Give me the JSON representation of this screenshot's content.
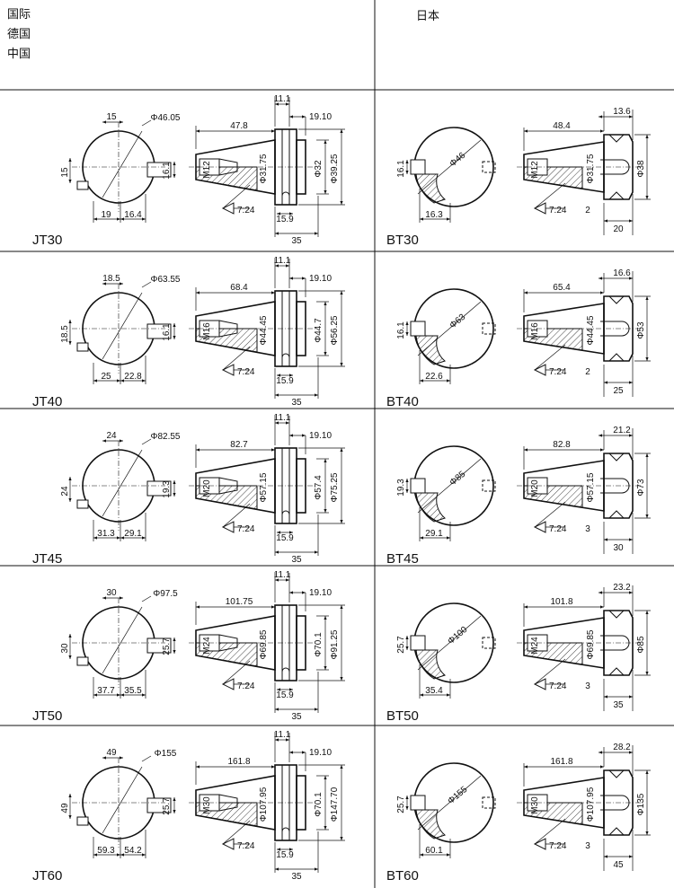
{
  "header": {
    "left_lines": [
      "国际",
      "德国",
      "中国"
    ],
    "right": "日本"
  },
  "rows": [
    {
      "jt": {
        "label": "JT30",
        "circle_top": "15",
        "dia": "Φ46.05",
        "left": "15",
        "key": "16.1",
        "bottom_a": "19",
        "bottom_b": "16.4",
        "length": "47.8",
        "flange_top": "11.1",
        "flange_w": "19.10",
        "thread": "M12",
        "taper_dia": "Φ31.75",
        "d1": "Φ32",
        "d2": "Φ39.25",
        "taper": "7:24",
        "groove": "15.9",
        "total": "35"
      },
      "bt": {
        "label": "BT30",
        "key": "16.1",
        "dia": "Φ46",
        "bottom": "16.3",
        "length": "48.4",
        "flange_top": "13.6",
        "thread": "M12",
        "taper_dia": "Φ31.75",
        "d1": "Φ38",
        "taper": "7:24",
        "gap": "2",
        "total": "20"
      }
    },
    {
      "jt": {
        "label": "JT40",
        "circle_top": "18.5",
        "dia": "Φ63.55",
        "left": "18.5",
        "key": "16.1",
        "bottom_a": "25",
        "bottom_b": "22.8",
        "length": "68.4",
        "flange_top": "11.1",
        "flange_w": "19.10",
        "thread": "M16",
        "taper_dia": "Φ44.45",
        "d1": "Φ44.7",
        "d2": "Φ56.25",
        "taper": "7:24",
        "groove": "15.9",
        "total": "35"
      },
      "bt": {
        "label": "BT40",
        "key": "16.1",
        "dia": "Φ63",
        "bottom": "22.6",
        "length": "65.4",
        "flange_top": "16.6",
        "thread": "M16",
        "taper_dia": "Φ44.45",
        "d1": "Φ53",
        "taper": "7:24",
        "gap": "2",
        "total": "25"
      }
    },
    {
      "jt": {
        "label": "JT45",
        "circle_top": "24",
        "dia": "Φ82.55",
        "left": "24",
        "key": "19.3",
        "bottom_a": "31.3",
        "bottom_b": "29.1",
        "length": "82.7",
        "flange_top": "11.1",
        "flange_w": "19.10",
        "thread": "M20",
        "taper_dia": "Φ57.15",
        "d1": "Φ57.4",
        "d2": "Φ75.25",
        "taper": "7:24",
        "groove": "15.9",
        "total": "35"
      },
      "bt": {
        "label": "BT45",
        "key": "19.3",
        "dia": "Φ85",
        "bottom": "29.1",
        "length": "82.8",
        "flange_top": "21.2",
        "thread": "M20",
        "taper_dia": "Φ57.15",
        "d1": "Φ73",
        "taper": "7:24",
        "gap": "3",
        "total": "30"
      }
    },
    {
      "jt": {
        "label": "JT50",
        "circle_top": "30",
        "dia": "Φ97.5",
        "left": "30",
        "key": "25.7",
        "bottom_a": "37.7",
        "bottom_b": "35.5",
        "length": "101.75",
        "flange_top": "11.1",
        "flange_w": "19.10",
        "thread": "M24",
        "taper_dia": "Φ69.85",
        "d1": "Φ70.1",
        "d2": "Φ91.25",
        "taper": "7:24",
        "groove": "15.9",
        "total": "35"
      },
      "bt": {
        "label": "BT50",
        "key": "25.7",
        "dia": "Φ100",
        "bottom": "35.4",
        "length": "101.8",
        "flange_top": "23.2",
        "thread": "M24",
        "taper_dia": "Φ69.85",
        "d1": "Φ85",
        "taper": "7:24",
        "gap": "3",
        "total": "35"
      }
    },
    {
      "jt": {
        "label": "JT60",
        "circle_top": "49",
        "dia": "Φ155",
        "left": "49",
        "key": "25.7",
        "bottom_a": "59.3",
        "bottom_b": "54.2",
        "length": "161.8",
        "flange_top": "11.1",
        "flange_w": "19.10",
        "thread": "M30",
        "taper_dia": "Φ107.95",
        "d1": "Φ70.1",
        "d2": "Φ147.70",
        "taper": "7:24",
        "groove": "15.9",
        "total": "35"
      },
      "bt": {
        "label": "BT60",
        "key": "25.7",
        "dia": "Φ155",
        "bottom": "60.1",
        "length": "161.8",
        "flange_top": "28.2",
        "thread": "M30",
        "taper_dia": "Φ107.95",
        "d1": "Φ135",
        "taper": "7:24",
        "gap": "3",
        "total": "45"
      }
    }
  ]
}
